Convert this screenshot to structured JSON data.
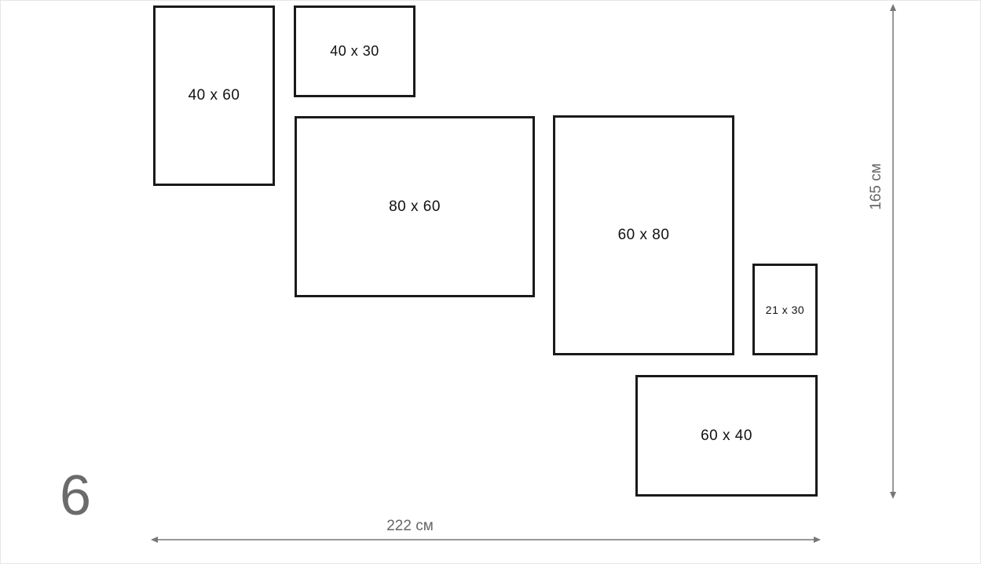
{
  "layout_number": "6",
  "frames": [
    {
      "id": "frame-40x60",
      "label": "40 x 60"
    },
    {
      "id": "frame-40x30",
      "label": "40 x 30"
    },
    {
      "id": "frame-80x60",
      "label": "80 x 60"
    },
    {
      "id": "frame-60x80",
      "label": "60 x 80"
    },
    {
      "id": "frame-21x30",
      "label": "21 x 30"
    },
    {
      "id": "frame-60x40",
      "label": "60 x 40"
    }
  ],
  "dimensions": {
    "width_label": "222 см",
    "height_label": "165 см"
  },
  "colors": {
    "frame_border": "#1a1a1a",
    "dimension_line": "#777777",
    "dimension_text": "#666666"
  }
}
